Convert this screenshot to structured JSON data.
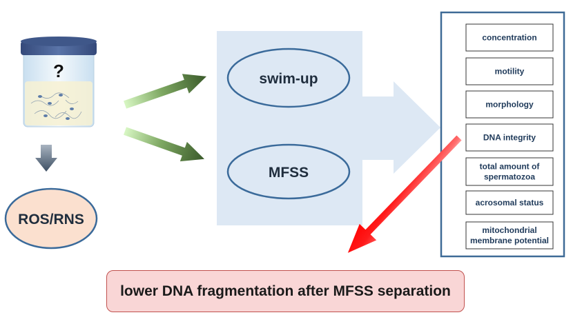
{
  "jar": {
    "question_mark": "?"
  },
  "ros": {
    "label": "ROS/RNS"
  },
  "methods": [
    {
      "label": "swim-up"
    },
    {
      "label": "MFSS"
    }
  ],
  "parameters": [
    {
      "lines": [
        "concentration"
      ]
    },
    {
      "lines": [
        "motility"
      ]
    },
    {
      "lines": [
        "morphology"
      ]
    },
    {
      "lines": [
        "DNA integrity"
      ]
    },
    {
      "lines": [
        "total amount of",
        "spermatozoa"
      ]
    },
    {
      "lines": [
        "acrosomal status"
      ]
    },
    {
      "lines": [
        "mitochondrial",
        "membrane potential"
      ]
    }
  ],
  "result": {
    "label": "lower DNA fragmentation after MFSS separation"
  },
  "colors": {
    "panel": "#dde8f4",
    "big_arrow": "#dde8f4",
    "green_dark": "#3a5a2a",
    "green_light": "#c8f0b0",
    "red": "#ff1111",
    "ellipse_fill": "#dde8f4",
    "ellipse_stroke": "#3a6a9a",
    "ros_fill": "#fbe0cf",
    "frame": "#3e6a96"
  }
}
